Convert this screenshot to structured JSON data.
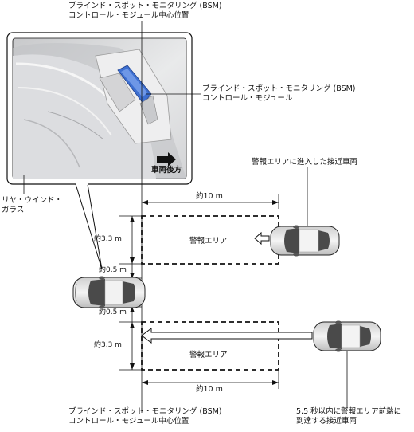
{
  "labels": {
    "bsm_center_top_1": "ブラインド・スポット・モニタリング (BSM)",
    "bsm_center_top_2": "コントロール・モジュール中心位置",
    "bsm_module_1": "ブラインド・スポット・モニタリング (BSM)",
    "bsm_module_2": "コントロール・モジュール",
    "rear_direction": "車両後方",
    "rear_window_1": "リヤ・ウインド・",
    "rear_window_2": "ガラス",
    "approaching_entered": "警報エリアに進入した接近車両",
    "dist_top": "約10 m",
    "width_top": "約3.3 m",
    "offset_top": "約0.5 m",
    "offset_bottom": "約0.5 m",
    "width_bottom": "約3.3 m",
    "zone_top": "警報エリア",
    "zone_bottom": "警報エリア",
    "dist_bottom": "約10 m",
    "bsm_center_bottom_1": "ブラインド・スポット・モニタリング (BSM)",
    "bsm_center_bottom_2": "コントロール・モジュール中心位置",
    "approaching_soon_1": "5.5 秒以内に警報エリア前端に",
    "approaching_soon_2": "到達する接近車両"
  },
  "colors": {
    "line": "#111111",
    "car_body": "#e9e9e9",
    "car_dark": "#4a4a4a",
    "module_blue": "#3d6fd1",
    "photo_bg": "#d9dadc"
  }
}
